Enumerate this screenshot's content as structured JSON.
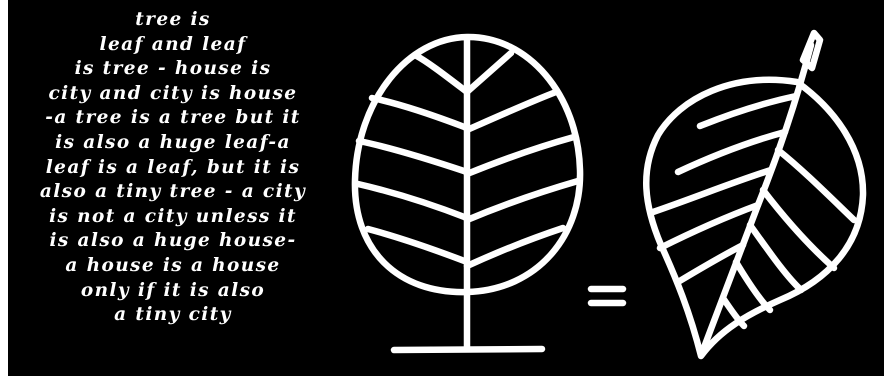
{
  "poem": {
    "lines": [
      "tree is",
      "leaf and leaf",
      "is tree - house is",
      "city and city is house",
      "-a tree is a tree but it",
      "is also a huge leaf-a",
      "leaf is a leaf, but it is",
      "also a tiny tree - a city",
      "is not a city unless it",
      "is also a huge house-",
      "a house is a house",
      "only if it is also",
      "a tiny city"
    ]
  },
  "illustration": {
    "tree_drawing": "tree-icon",
    "equals_sign": "equals-icon",
    "leaf_drawing": "leaf-icon"
  },
  "colors": {
    "background": "#000000",
    "chalk": "#ffffff",
    "margin": "#ffffff"
  }
}
